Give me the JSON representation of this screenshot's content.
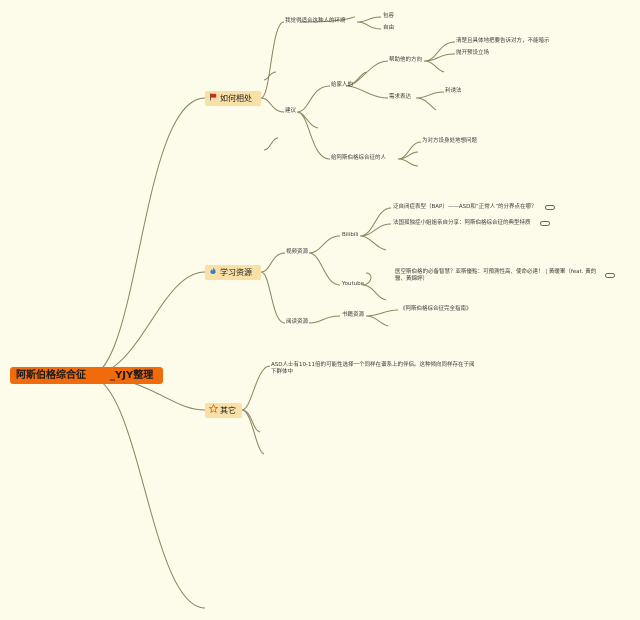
{
  "root": {
    "title": "阿斯伯格综合征",
    "author": "_YJY整理"
  },
  "branches": {
    "how": {
      "label": "如何相处",
      "icon": "red-flag-icon",
      "environment": {
        "label": "我觉得适合这种人的环境",
        "items": [
          "包容",
          "自由"
        ]
      },
      "advice": {
        "label": "建议",
        "family": {
          "label": "给家人的",
          "direction": {
            "label": "帮助他的方向",
            "items": [
              "清楚且具体地把要告诉对方，不能暗示",
              "抛开预设立场"
            ]
          },
          "expression": {
            "label": "需求表达",
            "items": [
              "利诱法"
            ]
          }
        },
        "patient": {
          "label": "给阿斯伯格综合征的人",
          "items": [
            "为对方设身处地想问题"
          ]
        }
      }
    },
    "learn": {
      "label": "学习资源",
      "icon": "fire-icon",
      "video": {
        "label": "视频资源",
        "bilibili": {
          "label": "Bilibili",
          "items": [
            "泛自闭症表型（BAP）——ASD和“正常人”的分界点在哪？",
            "法国孤独症小姐姐亲自分享：阿斯伯格综合征的典型特质"
          ]
        },
        "youtube": {
          "label": "Youtube",
          "items": [
            "医空斯伯格的必备智慧？亚斯優點：可預測性高、使命必達！ | 黃暖軍（feat. 黃的醫、黃錦婷）"
          ]
        }
      },
      "reading": {
        "label": "阅读资源",
        "books": {
          "label": "书籍资源",
          "items": [
            "《阿斯伯格综合征完全指南》"
          ]
        }
      }
    },
    "other": {
      "label": "其它",
      "icon": "star-icon",
      "note": "ASD人士有10-11倍的可能性选择一个同样在谱系上的伴侣。这种倾向同样存在于阅下群体中"
    }
  },
  "more_marker": "…",
  "colors": {
    "background": "#fdfbe9",
    "root_fill": "#f26b0a",
    "main_fill": "#f8e0a6",
    "line": "#8a8460"
  }
}
